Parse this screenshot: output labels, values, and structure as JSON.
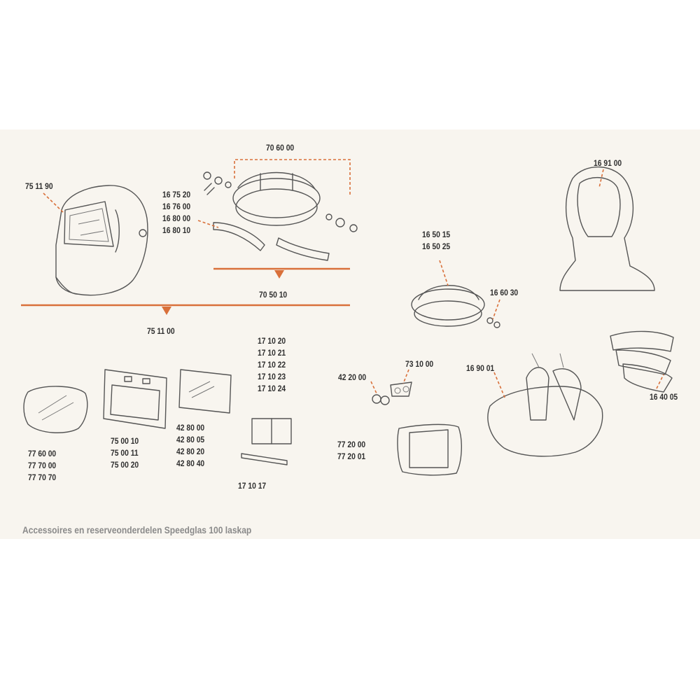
{
  "caption": "Accessoires en reserveonderdelen Speedglas 100 laskap",
  "colors": {
    "accent": "#d9703a",
    "panel": "#f8f5ef",
    "line": "#555555"
  },
  "parts": {
    "helmet_shell": [
      "75 11 90"
    ],
    "headband_set": [
      "70 60 00"
    ],
    "sweatbands": [
      "16 75 20",
      "16 76 00",
      "16 80 00",
      "16 80 10"
    ],
    "headband_assembly": [
      "70 50 10"
    ],
    "complete_helmet": [
      "75 11 00"
    ],
    "headband_alt": [
      "16 50 15",
      "16 50 25"
    ],
    "headband_knob": [
      "16 60 30"
    ],
    "hood": [
      "16 91 00"
    ],
    "neck_protection": [
      "16 40 05"
    ],
    "cover_plates": [
      "17 10 20",
      "17 10 21",
      "17 10 22",
      "17 10 23",
      "17 10 24"
    ],
    "plate_holder": [
      "17 10 17"
    ],
    "inner_lens": [
      "77 60 00",
      "77 70 00",
      "77 70 70"
    ],
    "adf_filters": [
      "75 00 10",
      "75 00 11",
      "75 00 20"
    ],
    "outer_lens": [
      "42 80 00",
      "42 80 05",
      "42 80 20",
      "42 80 40"
    ],
    "magnifier_lenses": [
      "42 20 00"
    ],
    "magnifier_holder": [
      "73 10 00"
    ],
    "front_frame": [
      "77 20 00",
      "77 20 01"
    ],
    "head_cape": [
      "16 90 01"
    ]
  }
}
